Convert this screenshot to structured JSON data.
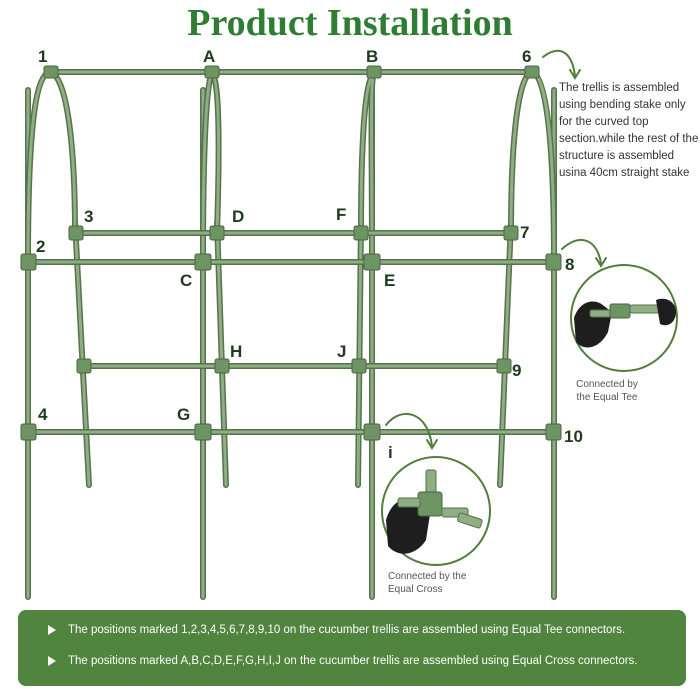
{
  "title": "Product Installation",
  "labels": {
    "l1": "1",
    "lA": "A",
    "lB": "B",
    "l6": "6",
    "l3": "3",
    "lD": "D",
    "lF": "F",
    "l7": "7",
    "l2": "2",
    "lC": "C",
    "lE": "E",
    "l8": "8",
    "lH": "H",
    "lJ": "J",
    "l9": "9",
    "l4": "4",
    "lG": "G",
    "l10": "10",
    "li": "i"
  },
  "note": "The trellis is assembled using bending stake only for the curved top section.while the rest of the structure is assembled usina 40cm straight stake",
  "caption_tee": "Connected by the Equal Tee",
  "caption_cross": "Connected by the Equal Cross",
  "footer": {
    "line1": "The positions marked 1,2,3,4,5,6,7,8,9,10 on the cucumber trellis are assembled using Equal Tee connectors.",
    "line2": "The positions marked A,B,C,D,E,F,G,H,I,J on the cucumber trellis are assembled using Equal Cross connectors."
  },
  "colors": {
    "stake": "#7f9e73",
    "stake_edge": "#56734d",
    "connector": "#6e9463",
    "footer_bg": "#50843f",
    "title": "#2e7d32"
  }
}
